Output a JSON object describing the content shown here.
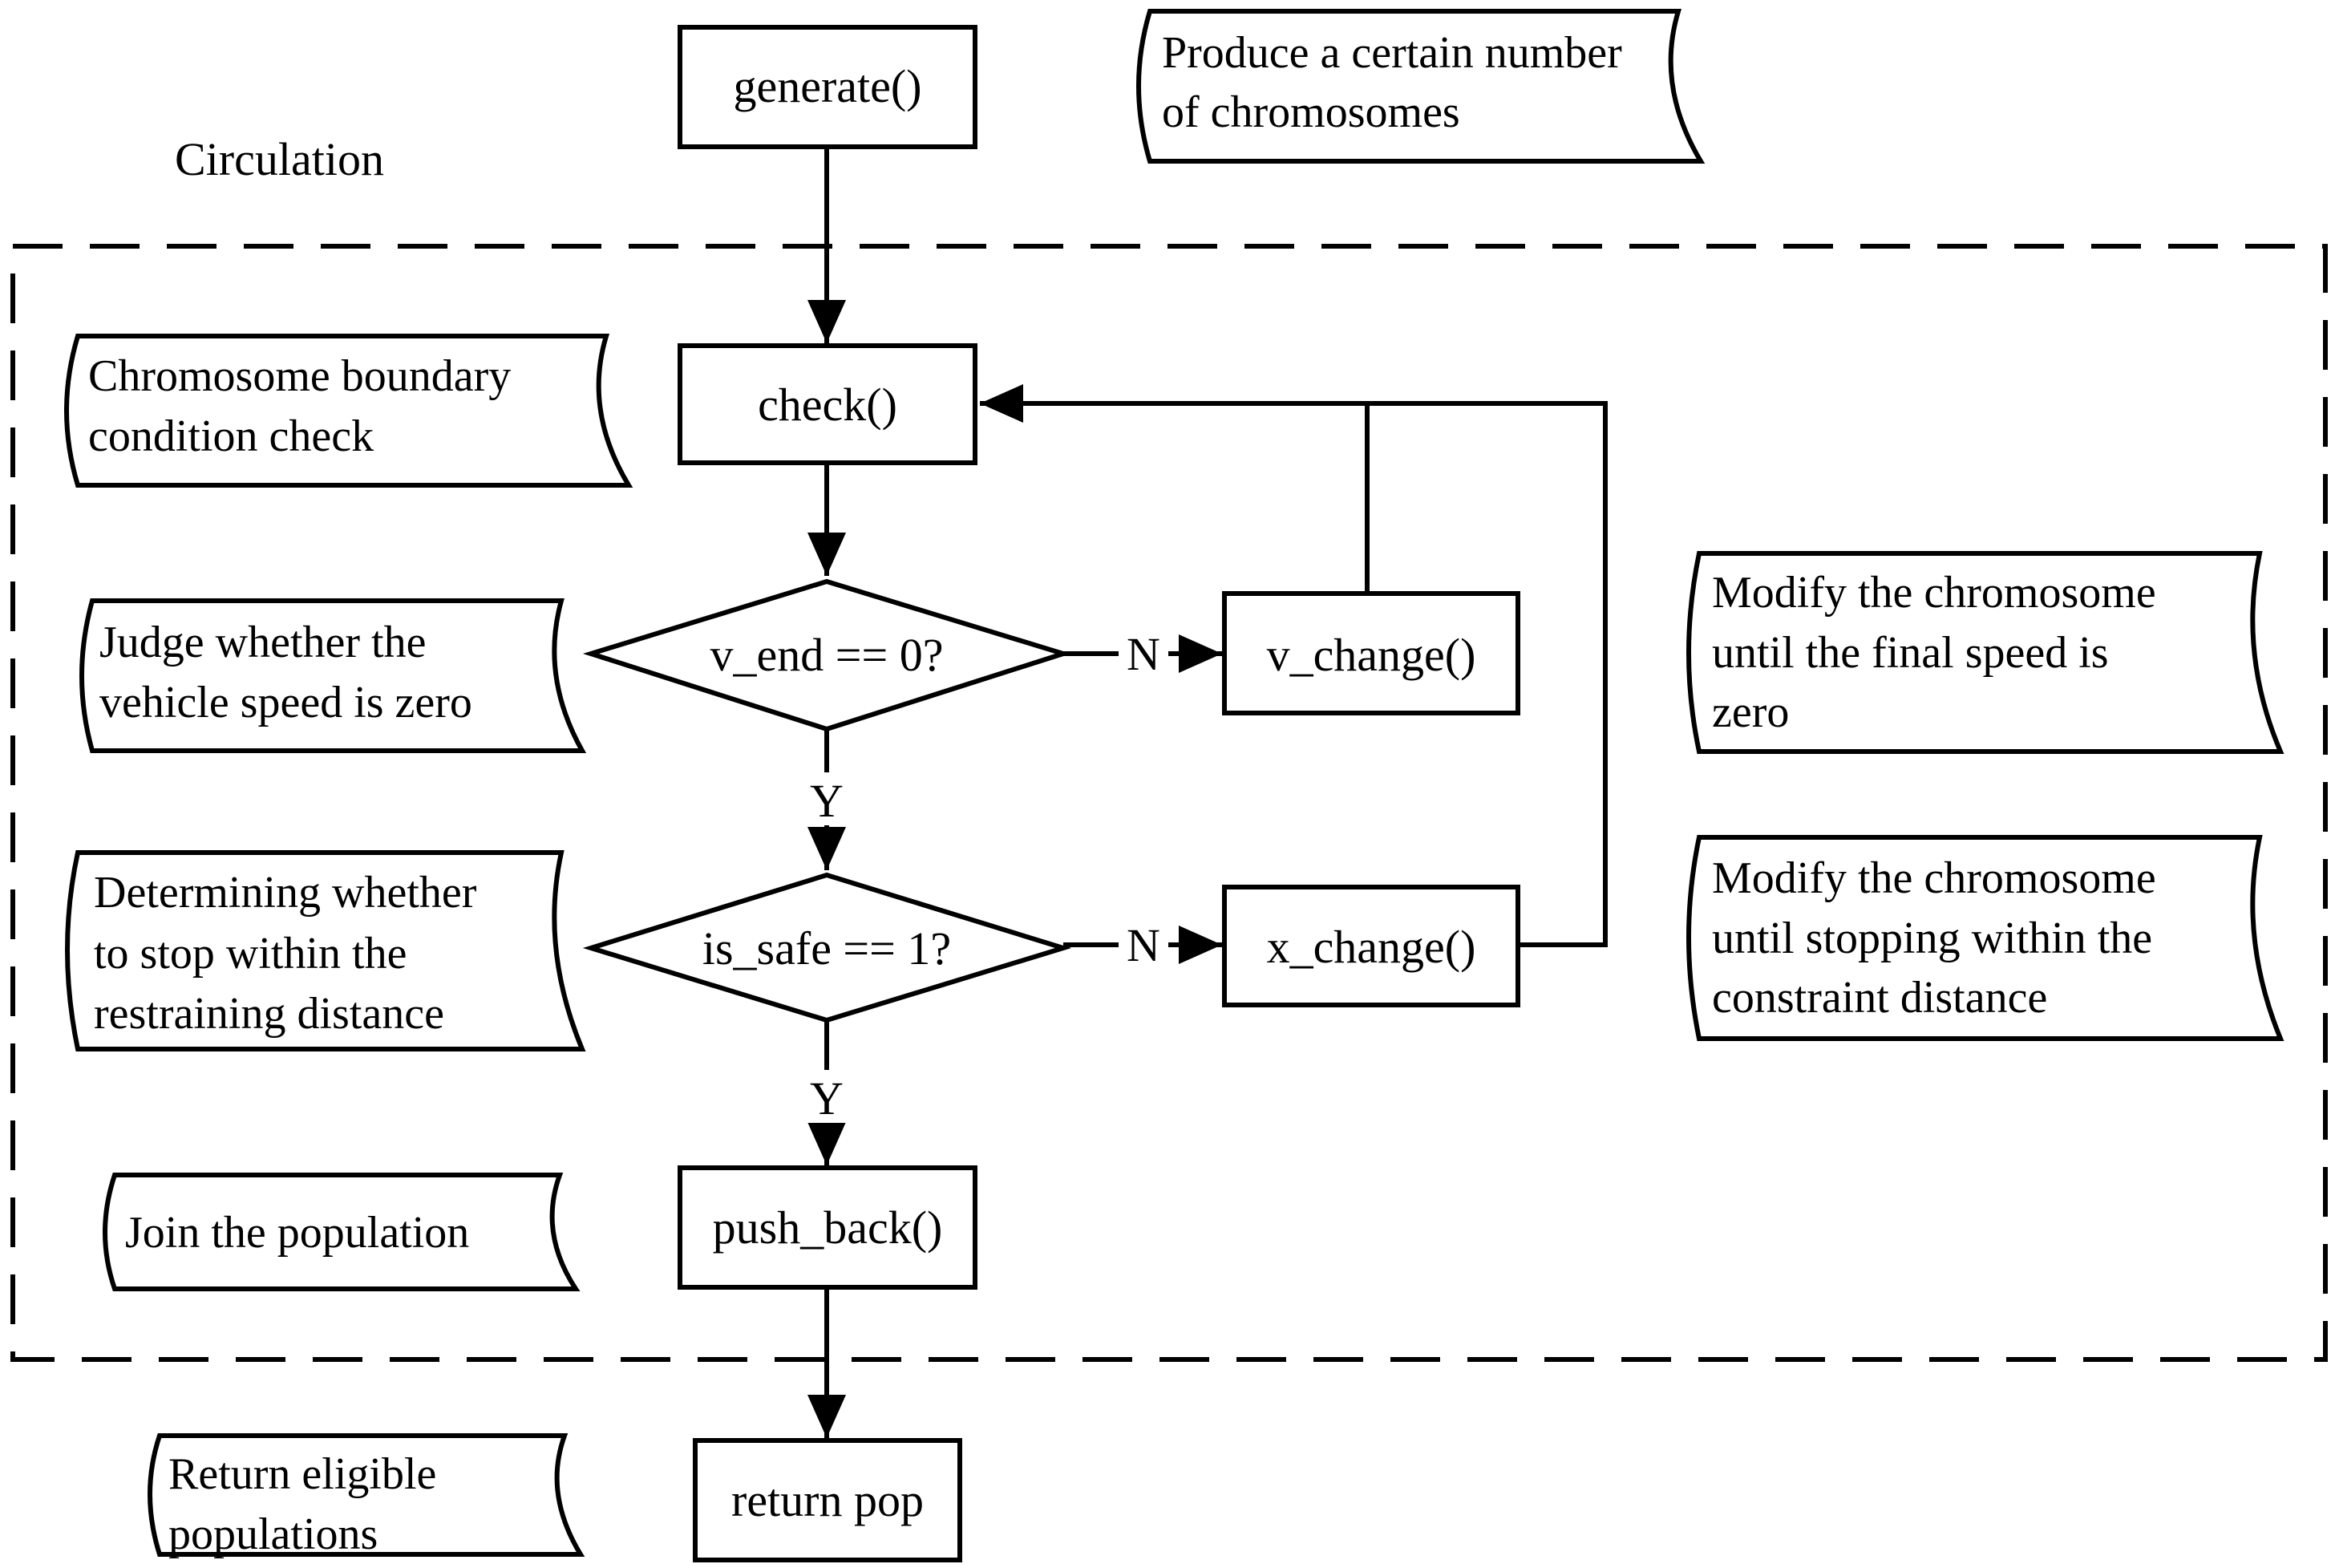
{
  "circulation_label": "Circulation",
  "nodes": {
    "generate": "generate()",
    "check": "check()",
    "v_end_decision": "v_end == 0?",
    "is_safe_decision": "is_safe == 1?",
    "v_change": "v_change()",
    "x_change": "x_change()",
    "push_back": "push_back()",
    "return_pop": "return pop"
  },
  "branch_labels": {
    "v_end_no": "N",
    "v_end_yes": "Y",
    "is_safe_no": "N",
    "is_safe_yes": "Y"
  },
  "notes": {
    "generate": [
      "Produce a certain number",
      "of chromosomes"
    ],
    "check": [
      "Chromosome boundary",
      "condition check"
    ],
    "v_end": [
      "Judge whether the",
      "vehicle speed is zero"
    ],
    "is_safe": [
      "Determining whether",
      "to stop within the",
      "restraining distance"
    ],
    "push_back": [
      "Join the population"
    ],
    "return_pop": [
      "Return eligible",
      "populations"
    ],
    "v_change": [
      "Modify the chromosome",
      "until the final speed is",
      "zero"
    ],
    "x_change": [
      "Modify the chromosome",
      "until stopping within the",
      "constraint distance"
    ]
  }
}
